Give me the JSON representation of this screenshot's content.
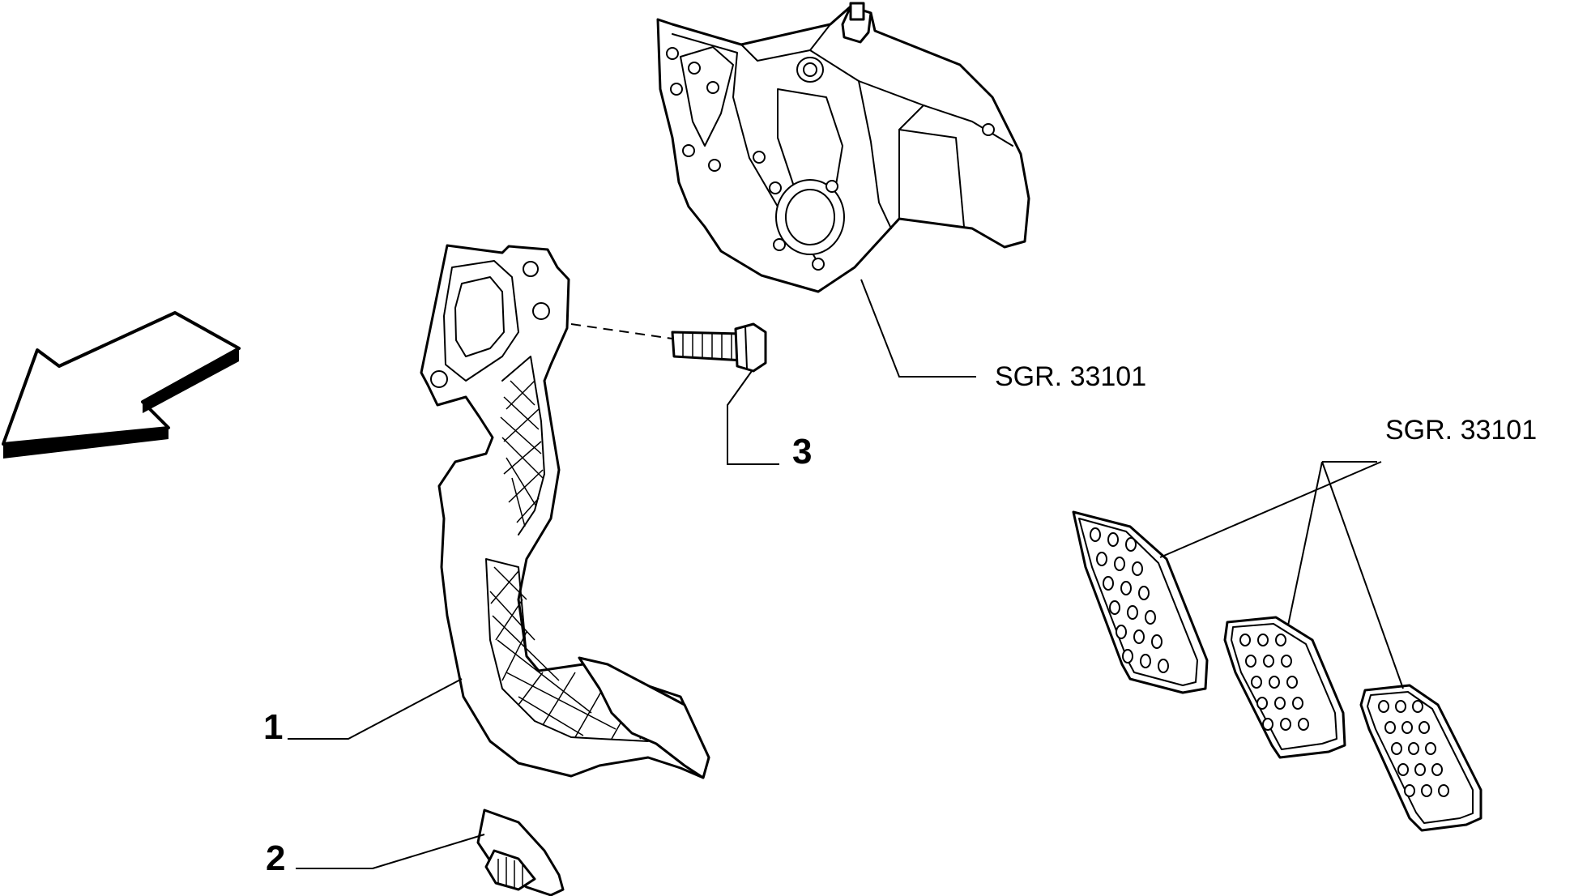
{
  "callouts": {
    "part1": "1",
    "part2": "2",
    "part3": "3"
  },
  "references": {
    "pedal_box": "SGR. 33101",
    "pedal_pads": "SGR. 33101"
  },
  "colors": {
    "line": "#000000",
    "background": "#ffffff"
  }
}
